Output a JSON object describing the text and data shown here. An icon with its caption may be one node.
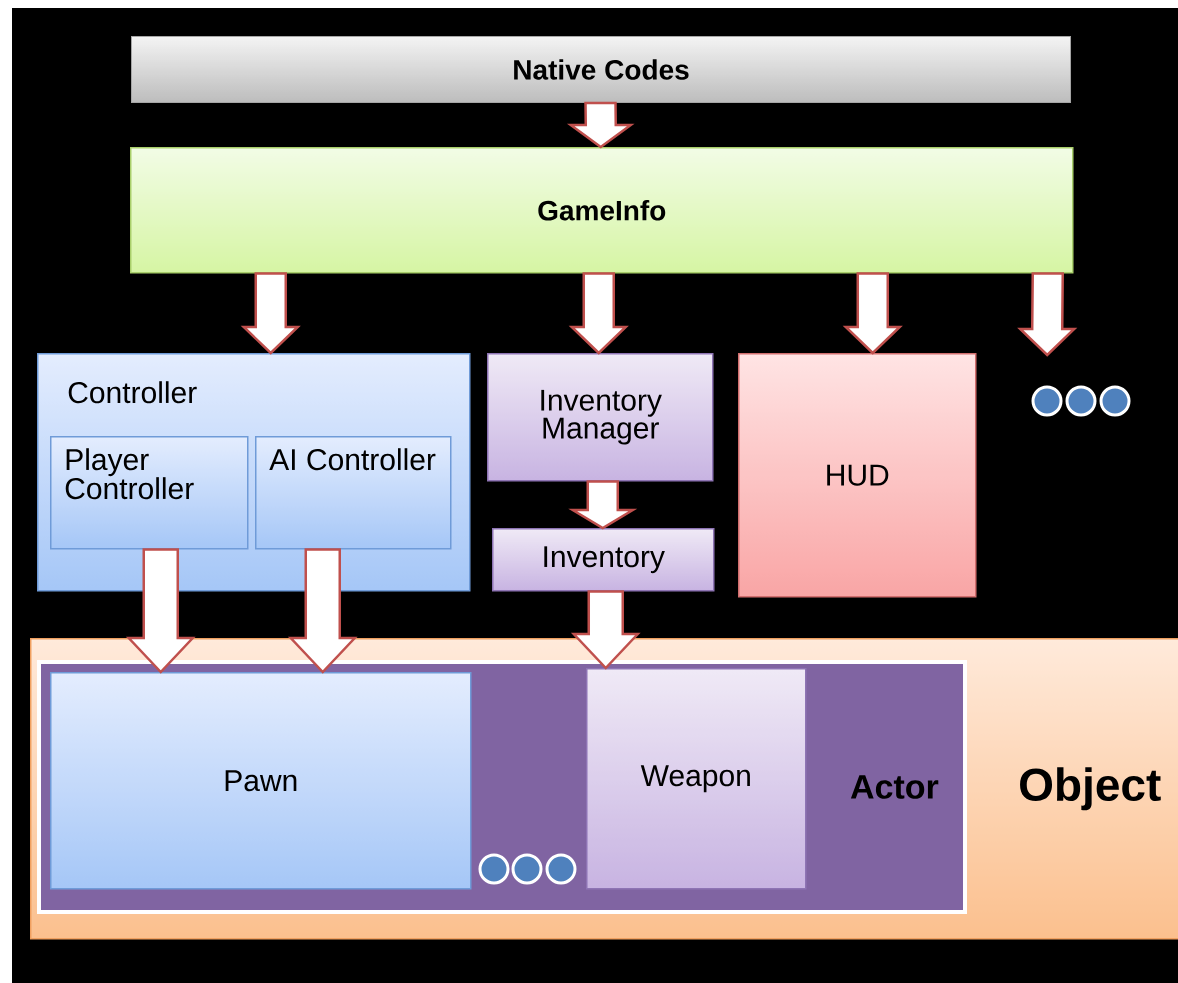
{
  "diagram": {
    "nodes": [
      {
        "text": [
          "Native Codes"
        ]
      },
      {
        "text": [
          "GameInfo"
        ]
      },
      {
        "text": [
          "Controller"
        ]
      },
      {
        "text": [
          "Player Controller"
        ],
        "in": 2
      },
      {
        "text": [
          "AI Controller"
        ],
        "in": 2
      },
      {
        "text": [
          "Inventory Manager"
        ]
      },
      {
        "text": [
          "Inventory"
        ]
      },
      {
        "text": [
          "HUD"
        ]
      },
      {
        "text": [],
        "shape": "circle"
      },
      {
        "text": [
          "Object"
        ]
      },
      {
        "text": [
          "Actor"
        ],
        "in": 9
      },
      {
        "text": [
          "Pawn"
        ],
        "in": 10
      },
      {
        "text": [],
        "shape": "circle",
        "in": 10
      },
      {
        "text": [
          "Weapon"
        ],
        "in": 10
      }
    ],
    "edges": [
      {
        "from": 0,
        "to": 1,
        "arrow": "to"
      },
      {
        "from": 1,
        "to": 2,
        "arrow": "to"
      },
      {
        "from": 1,
        "to": 5,
        "arrow": "to"
      },
      {
        "from": 1,
        "to": 7,
        "arrow": "to"
      },
      {
        "from": 1,
        "to": 8,
        "arrow": "to"
      },
      {
        "from": 5,
        "to": 6,
        "arrow": "to"
      },
      {
        "from": 3,
        "to": 11,
        "arrow": "to"
      },
      {
        "from": 4,
        "to": 11,
        "arrow": "to"
      },
      {
        "from": 6,
        "to": 13,
        "arrow": "to"
      }
    ]
  }
}
